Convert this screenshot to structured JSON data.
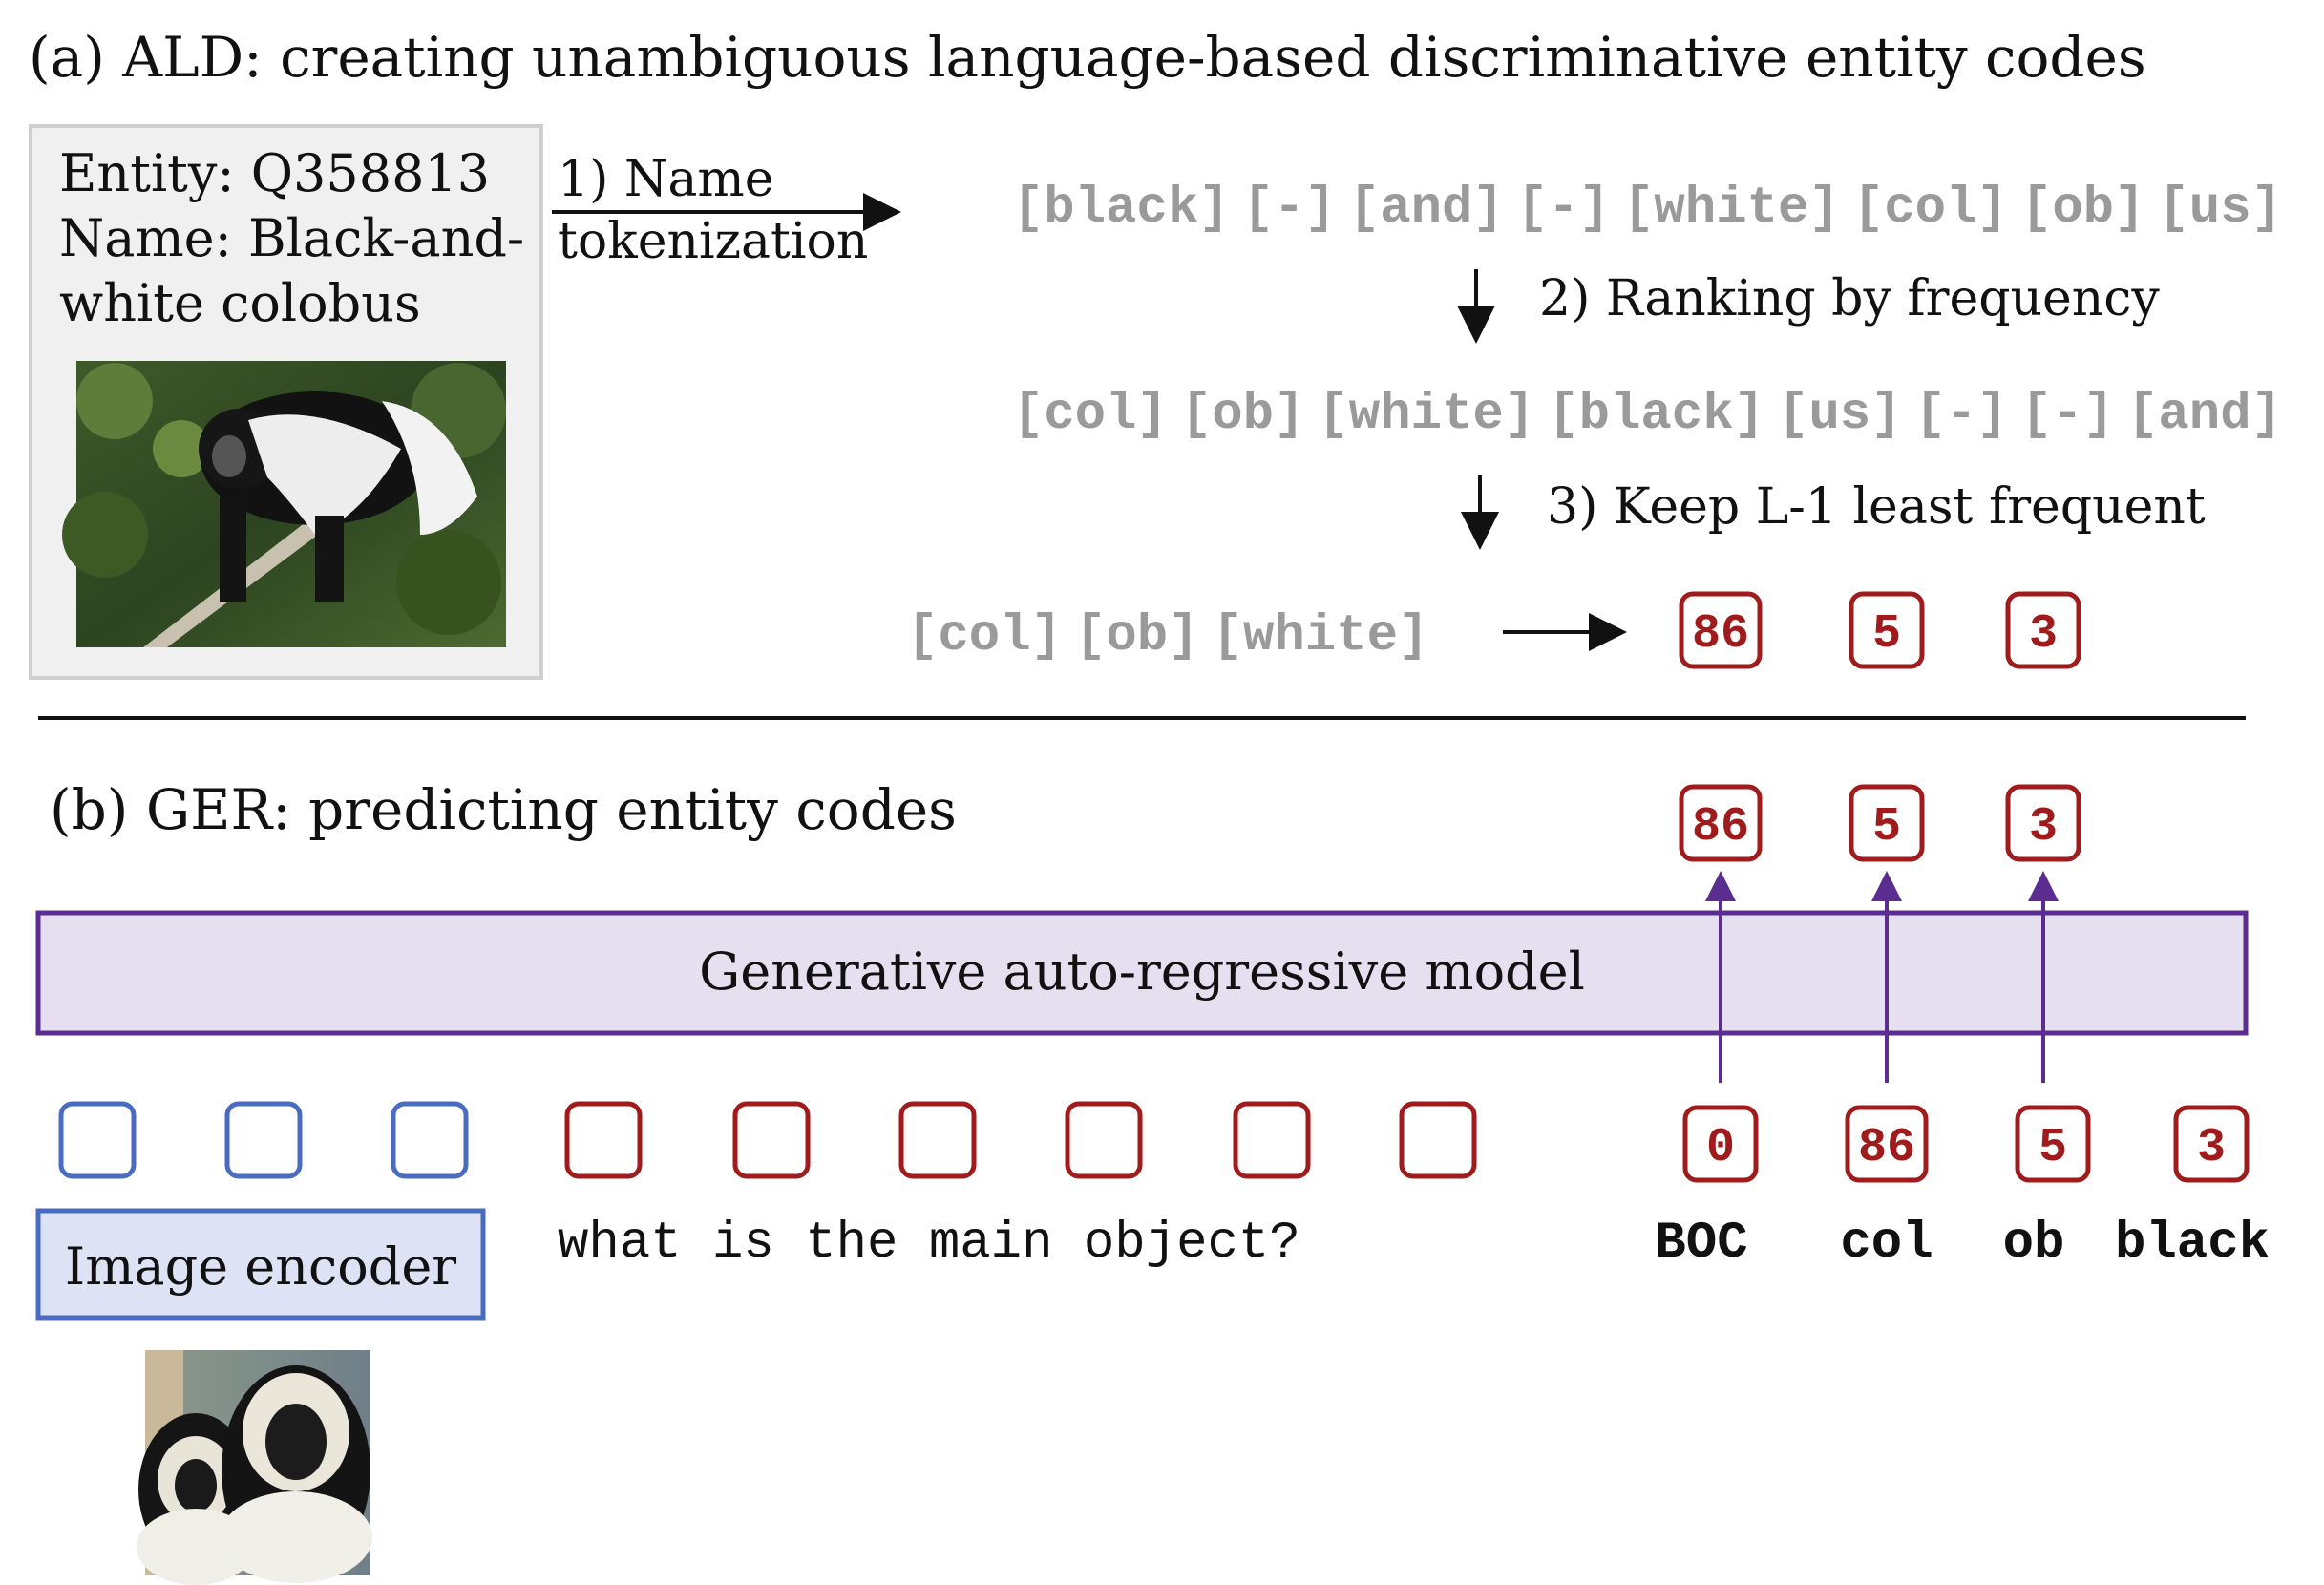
{
  "section_a": {
    "title": "(a) ALD: creating unambiguous language-based discriminative entity codes",
    "entity_card": {
      "entity_line": "Entity: Q358813",
      "name_line_1": "Name: Black-and-",
      "name_line_2": "white colobus",
      "photo_icon": "colobus-monkey-on-branch-photo"
    },
    "step1": {
      "line1": "1) Name",
      "line2": "tokenization"
    },
    "tokens_row": [
      "[black]",
      "[-]",
      "[and]",
      "[-]",
      "[white]",
      "[col]",
      "[ob]",
      "[us]"
    ],
    "step2": "2) Ranking by frequency",
    "ranked_row": [
      "[col]",
      "[ob]",
      "[white]",
      "[black]",
      "[us]",
      "[-]",
      "[-]",
      "[and]"
    ],
    "step3": "3) Keep L-1 least frequent",
    "kept_row": [
      "[col]",
      "[ob]",
      "[white]"
    ],
    "codes": [
      "86",
      "5",
      "3"
    ]
  },
  "section_b": {
    "title": "(b) GER: predicting entity codes",
    "output_codes": [
      "86",
      "5",
      "3"
    ],
    "model_label": "Generative auto-regressive model",
    "encoder_label": "Image encoder",
    "question": "what is the main object?",
    "input_codes": [
      "0",
      "86",
      "5",
      "3"
    ],
    "input_words": [
      "BOC",
      "col",
      "ob",
      "black"
    ],
    "input_photo_icon": "two-colobus-monkeys-photo"
  },
  "colors": {
    "text": "#111111",
    "token_gray": "#9a9a9a",
    "code_red": "#a01b1b",
    "image_token_blue": "#4a6cc0",
    "model_border": "#5b2d91",
    "model_fill": "#e6dff0",
    "encoder_fill": "#dde3f4",
    "arrow_purple": "#5b2d91",
    "card_fill": "#f0f0f0"
  }
}
